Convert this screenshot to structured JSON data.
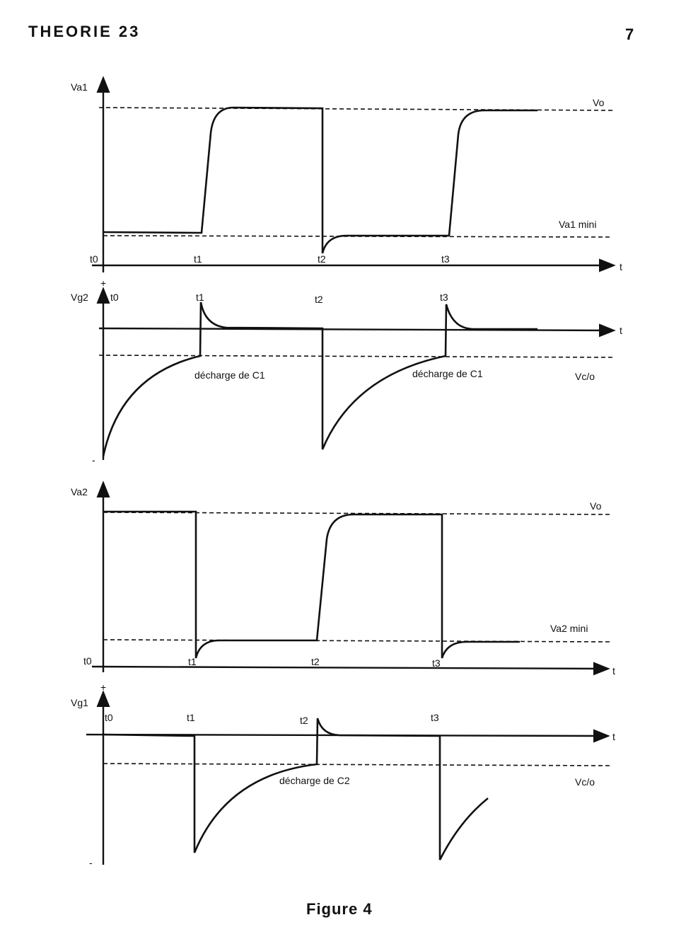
{
  "header": {
    "title": "THEORIE 23",
    "page_number": "7"
  },
  "caption": "Figure 4",
  "panels": [
    {
      "ylabel": "Va1",
      "level_high": "Vo",
      "level_low": "Va1 mini",
      "xlabel": "t",
      "ticks": [
        "t0",
        "t1",
        "t2",
        "t3"
      ]
    },
    {
      "ylabel": "Vg2",
      "plus": "+",
      "minus": "-",
      "xlabel": "t",
      "ticks": [
        "t0",
        "t1",
        "t2",
        "t3"
      ],
      "level": "Vc/o",
      "annotations": [
        "décharge de C1",
        "décharge de C1"
      ]
    },
    {
      "ylabel": "Va2",
      "level_high": "Vo",
      "level_low": "Va2 mini",
      "xlabel": "t",
      "ticks": [
        "t0",
        "t1",
        "t2",
        "t3"
      ]
    },
    {
      "ylabel": "Vg1",
      "plus": "+",
      "minus": "-",
      "xlabel": "t",
      "ticks": [
        "t0",
        "t1",
        "t2",
        "t3"
      ],
      "level": "Vc/o",
      "annotations": [
        "décharge de C2"
      ]
    }
  ]
}
